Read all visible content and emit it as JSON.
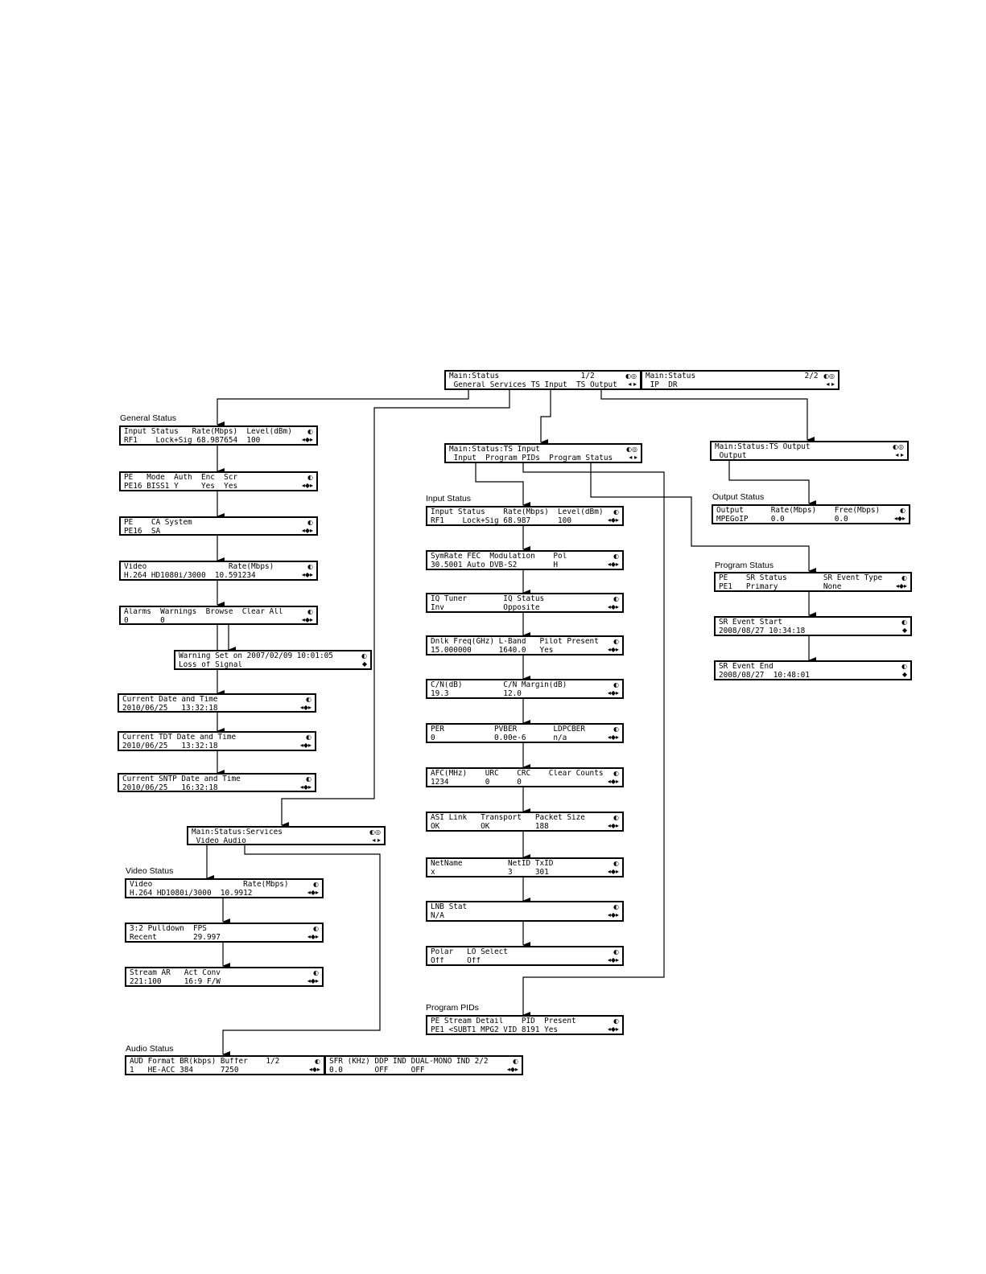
{
  "sections": {
    "general": "General Status",
    "input": "Input Status",
    "output": "Output Status",
    "program_status": "Program Status",
    "video": "Video Status",
    "program_pids": "Program PIDs",
    "audio": "Audio Status"
  },
  "screens": {
    "main1": {
      "l1": "Main:Status                  1/2",
      "l2": " General Services TS Input  TS Output",
      "s1": "◐◎",
      "s2": "◂ ▸"
    },
    "main2": {
      "l1": "Main:Status                        2/2",
      "l2": " IP  DR",
      "s1": "◐◎",
      "s2": "◂ ▸"
    },
    "ts_input": {
      "l1": "Main:Status:TS Input",
      "l2": " Input  Program PIDs  Program Status",
      "s1": "◐◎",
      "s2": "◂ ▸"
    },
    "ts_output": {
      "l1": "Main:Status:TS Output",
      "l2": " Output",
      "s1": "◐◎",
      "s2": "◂ ▸"
    },
    "gen1": {
      "l1": "Input Status   Rate(Mbps)  Level(dBm)",
      "l2": "RF1    Lock+Sig 68.987654  100",
      "s1": "◐",
      "s2": "◂◆▸"
    },
    "gen2": {
      "l1": "PE   Mode  Auth  Enc  Scr",
      "l2": "PE16 BISS1 Y     Yes  Yes",
      "s1": "◐",
      "s2": "◂◆▸"
    },
    "gen3": {
      "l1": "PE    CA System",
      "l2": "PE16  SA",
      "s1": "◐",
      "s2": "◂◆▸"
    },
    "gen4": {
      "l1": "Video                  Rate(Mbps)",
      "l2": "H.264 HD1080i/3000  10.591234",
      "s1": "◐",
      "s2": "◂◆▸"
    },
    "gen5": {
      "l1": "Alarms  Warnings  Browse  Clear All",
      "l2": "0       0",
      "s1": "◐",
      "s2": "◂◆▸"
    },
    "warn": {
      "l1": "Warning Set on 2007/02/09 10:01:05",
      "l2": "Loss of Signal",
      "s1": "◐",
      "s2": "◆"
    },
    "gen6": {
      "l1": "Current Date and Time",
      "l2": "2010/06/25   13:32:18",
      "s1": "◐",
      "s2": "◂◆▸"
    },
    "gen7": {
      "l1": "Current TDT Date and Time",
      "l2": "2010/06/25   13:32:18",
      "s1": "◐",
      "s2": "◂◆▸"
    },
    "gen8": {
      "l1": "Current SNTP Date and Time",
      "l2": "2010/06/25   16:32:18",
      "s1": "◐",
      "s2": "◂◆▸"
    },
    "in1": {
      "l1": "Input Status    Rate(Mbps)  Level(dBm)",
      "l2": "RF1    Lock+Sig 68.987      100",
      "s1": "◐",
      "s2": "◂◆▸"
    },
    "in2": {
      "l1": "SymRate FEC  Modulation    Pol",
      "l2": "30.5001 Auto DVB-S2        H",
      "s1": "◐",
      "s2": "◂◆▸"
    },
    "in3": {
      "l1": "IQ Tuner        IQ Status",
      "l2": "Inv             Opposite",
      "s1": "◐",
      "s2": "◂◆▸"
    },
    "in4": {
      "l1": "Dnlk Freq(GHz) L-Band   Pilot Present",
      "l2": "15.000000      1640.0   Yes",
      "s1": "◐",
      "s2": "◂◆▸"
    },
    "in5": {
      "l1": "C/N(dB)         C/N Margin(dB)",
      "l2": "19.3            12.0",
      "s1": "◐",
      "s2": "◂◆▸"
    },
    "in6": {
      "l1": "PER           PVBER        LDPCBER",
      "l2": "0             0.00e-6      n/a",
      "s1": "◐",
      "s2": "◂◆▸"
    },
    "in7": {
      "l1": "AFC(MHz)    URC    CRC    Clear Counts",
      "l2": "1234        0      0",
      "s1": "◐",
      "s2": "◂◆▸"
    },
    "in8": {
      "l1": "ASI Link   Transport   Packet Size",
      "l2": "OK         OK          188",
      "s1": "◐",
      "s2": "◂◆▸"
    },
    "in9": {
      "l1": "NetName          NetID TxID",
      "l2": "x                3     301",
      "s1": "◐",
      "s2": "◂◆▸"
    },
    "in10": {
      "l1": "LNB Stat",
      "l2": "N/A",
      "s1": "◐",
      "s2": "◂◆▸"
    },
    "in11": {
      "l1": "Polar   LO Select",
      "l2": "Off     Off",
      "s1": "◐",
      "s2": "◂◆▸"
    },
    "out1": {
      "l1": "Output      Rate(Mbps)    Free(Mbps)",
      "l2": "MPEGoIP     0.0           0.0",
      "s1": "◐",
      "s2": "◂◆▸"
    },
    "ps1": {
      "l1": "PE    SR Status        SR Event Type",
      "l2": "PE1   Primary          None",
      "s1": "◐",
      "s2": "◂◆▸"
    },
    "ps2": {
      "l1": "SR Event Start",
      "l2": "2008/08/27 10:34:18",
      "s1": "◐",
      "s2": "◆"
    },
    "ps3": {
      "l1": "SR Event End",
      "l2": "2008/08/27  10:48:01",
      "s1": "◐",
      "s2": "◆"
    },
    "svc": {
      "l1": "Main:Status:Services",
      "l2": " Video Audio",
      "s1": "◐◎",
      "s2": "◂ ▸"
    },
    "vid1": {
      "l1": "Video                    Rate(Mbps)",
      "l2": "H.264 HD1080i/3000  10.9912",
      "s1": "◐",
      "s2": "◂◆▸"
    },
    "vid2": {
      "l1": "3:2 Pulldown  FPS",
      "l2": "Recent        29.997",
      "s1": "◐",
      "s2": "◂◆▸"
    },
    "vid3": {
      "l1": "Stream AR   Act Conv",
      "l2": "221:100     16:9 F/W",
      "s1": "◐",
      "s2": "◂◆▸"
    },
    "pid1": {
      "l1": "PE Stream Detail    PID  Present",
      "l2": "PE1 <SUBT1 MPG2 VID 8191 Yes",
      "s1": "◐",
      "s2": "◂◆▸"
    },
    "aud1": {
      "l1": "AUD Format BR(kbps) Buffer    1/2",
      "l2": "1   HE-ACC 384      7250",
      "s1": "◐",
      "s2": "◂◆▸"
    },
    "aud2": {
      "l1": "SFR (KHz) DDP IND DUAL-MONO IND 2/2",
      "l2": "0.0       OFF     OFF",
      "s1": "◐",
      "s2": "◂◆▸"
    }
  }
}
